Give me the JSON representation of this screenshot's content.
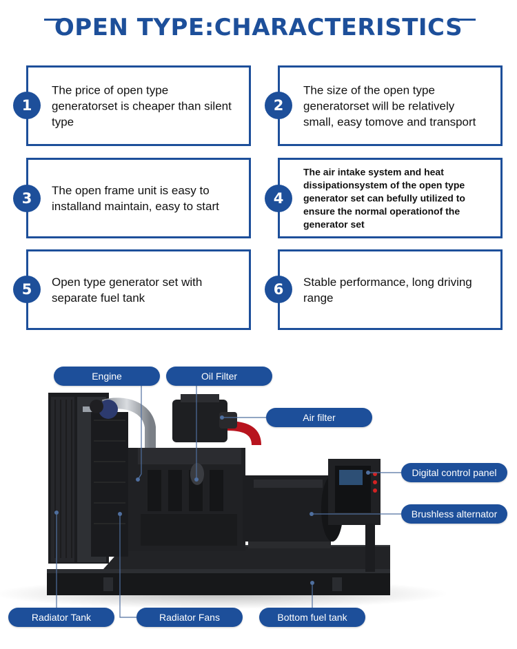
{
  "header": {
    "title": "OPEN TYPE:CHARACTERISTICS"
  },
  "features": [
    {
      "number": "1",
      "text": "The price of open type generatorset is cheaper than silent type"
    },
    {
      "number": "2",
      "text": "The size of the open type generatorset will be relatively small, easy tomove and transport"
    },
    {
      "number": "3",
      "text": "The open frame unit is easy to installand maintain, easy to start"
    },
    {
      "number": "4",
      "text": "The air intake system and heat dissipationsystem of the open type generator set can befully utilized to ensure the normal operationof the generator set"
    },
    {
      "number": "5",
      "text": "Open type generator set with separate fuel tank"
    },
    {
      "number": "6",
      "text": "Stable performance, long driving range"
    }
  ],
  "diagram_labels": {
    "engine": "Engine",
    "oil_filter": "Oil Filter",
    "air_filter": "Air filter",
    "digital_control_panel": "Digital control panel",
    "brushless_alternator": "Brushless alternator",
    "radiator_tank": "Radiator Tank",
    "radiator_fans": "Radiator Fans",
    "bottom_fuel_tank": "Bottom fuel tank"
  },
  "colors": {
    "accent": "#1d4f9a",
    "machine": "#1e1f22",
    "background": "#ffffff"
  }
}
